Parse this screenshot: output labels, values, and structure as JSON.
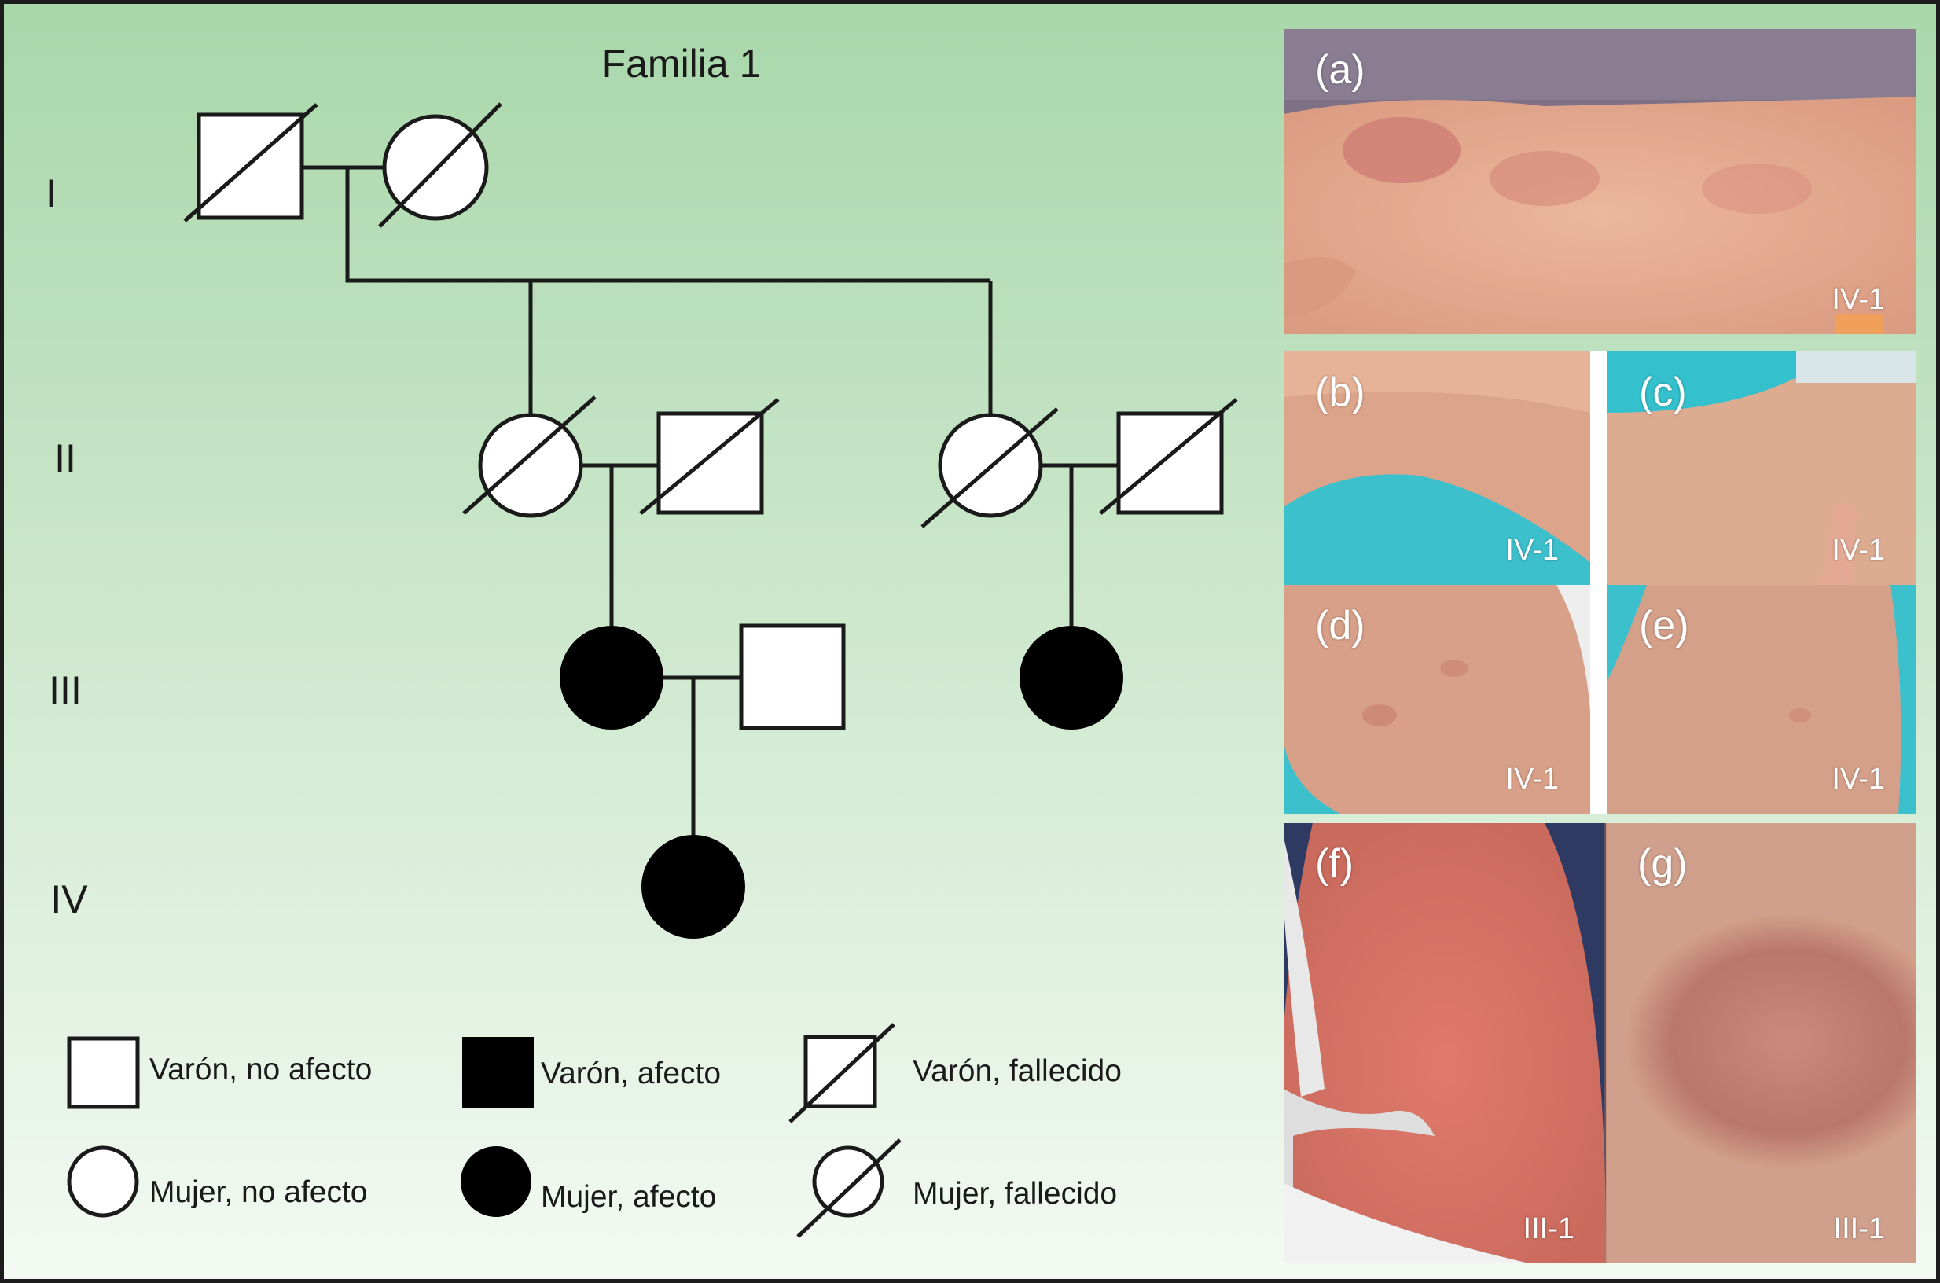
{
  "title": "Familia 1",
  "generations": [
    "I",
    "II",
    "III",
    "IV"
  ],
  "legend": [
    {
      "symbol": "male-unaffected",
      "label": "Varón, no afecto"
    },
    {
      "symbol": "male-affected",
      "label": "Varón, afecto"
    },
    {
      "symbol": "male-deceased",
      "label": "Varón, fallecido"
    },
    {
      "symbol": "female-unaffected",
      "label": "Mujer, no afecto"
    },
    {
      "symbol": "female-affected",
      "label": "Mujer, afecto"
    },
    {
      "symbol": "female-deceased",
      "label": "Mujer, fallecido"
    }
  ],
  "photos": [
    {
      "tag": "(a)",
      "individual": "IV-1"
    },
    {
      "tag": "(b)",
      "individual": "IV-1"
    },
    {
      "tag": "(c)",
      "individual": "IV-1"
    },
    {
      "tag": "(d)",
      "individual": "IV-1"
    },
    {
      "tag": "(e)",
      "individual": "IV-1"
    },
    {
      "tag": "(f)",
      "individual": "III-1"
    },
    {
      "tag": "(g)",
      "individual": "III-1"
    }
  ],
  "colors": {
    "background_top": "#a9d7aa",
    "background_bottom": "#f4faf3",
    "symbol_stroke": "#1a1a1a",
    "affected_fill": "#000000",
    "unaffected_fill": "#ffffff",
    "skin": "#e2a88c",
    "teal_sheet": "#33c3cf"
  }
}
